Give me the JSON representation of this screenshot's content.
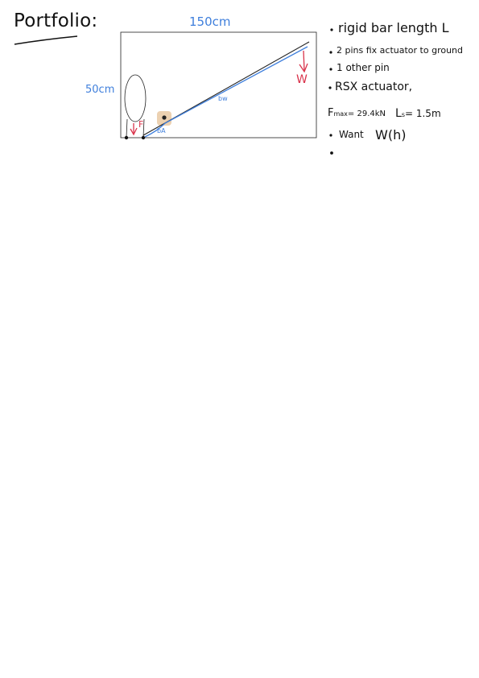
{
  "page": {
    "title": "Portfolio:"
  },
  "diagram": {
    "top_dim": "150cm",
    "side_dim": "50cm",
    "load_label": "W",
    "force_label": "F",
    "bar_label": "bw",
    "short_label": "bA"
  },
  "notes": {
    "items": [
      "rigid bar length L",
      "2 pins fix actuator to ground",
      "1 other pin",
      "RSX actuator,"
    ],
    "formula_f": "F",
    "formula_f_sub": "max",
    "formula_f_rest": "= 29.4kN",
    "formula_l": "L",
    "formula_l_sub": "s",
    "formula_l_rest": "= 1.5m",
    "want": "Want",
    "want_expr": "W(h)",
    "empty_bullet": ""
  },
  "colors": {
    "ink": "#111111",
    "blue": "#3f7fdc",
    "red": "#d9334b",
    "highlight": "#e9c9a3"
  }
}
